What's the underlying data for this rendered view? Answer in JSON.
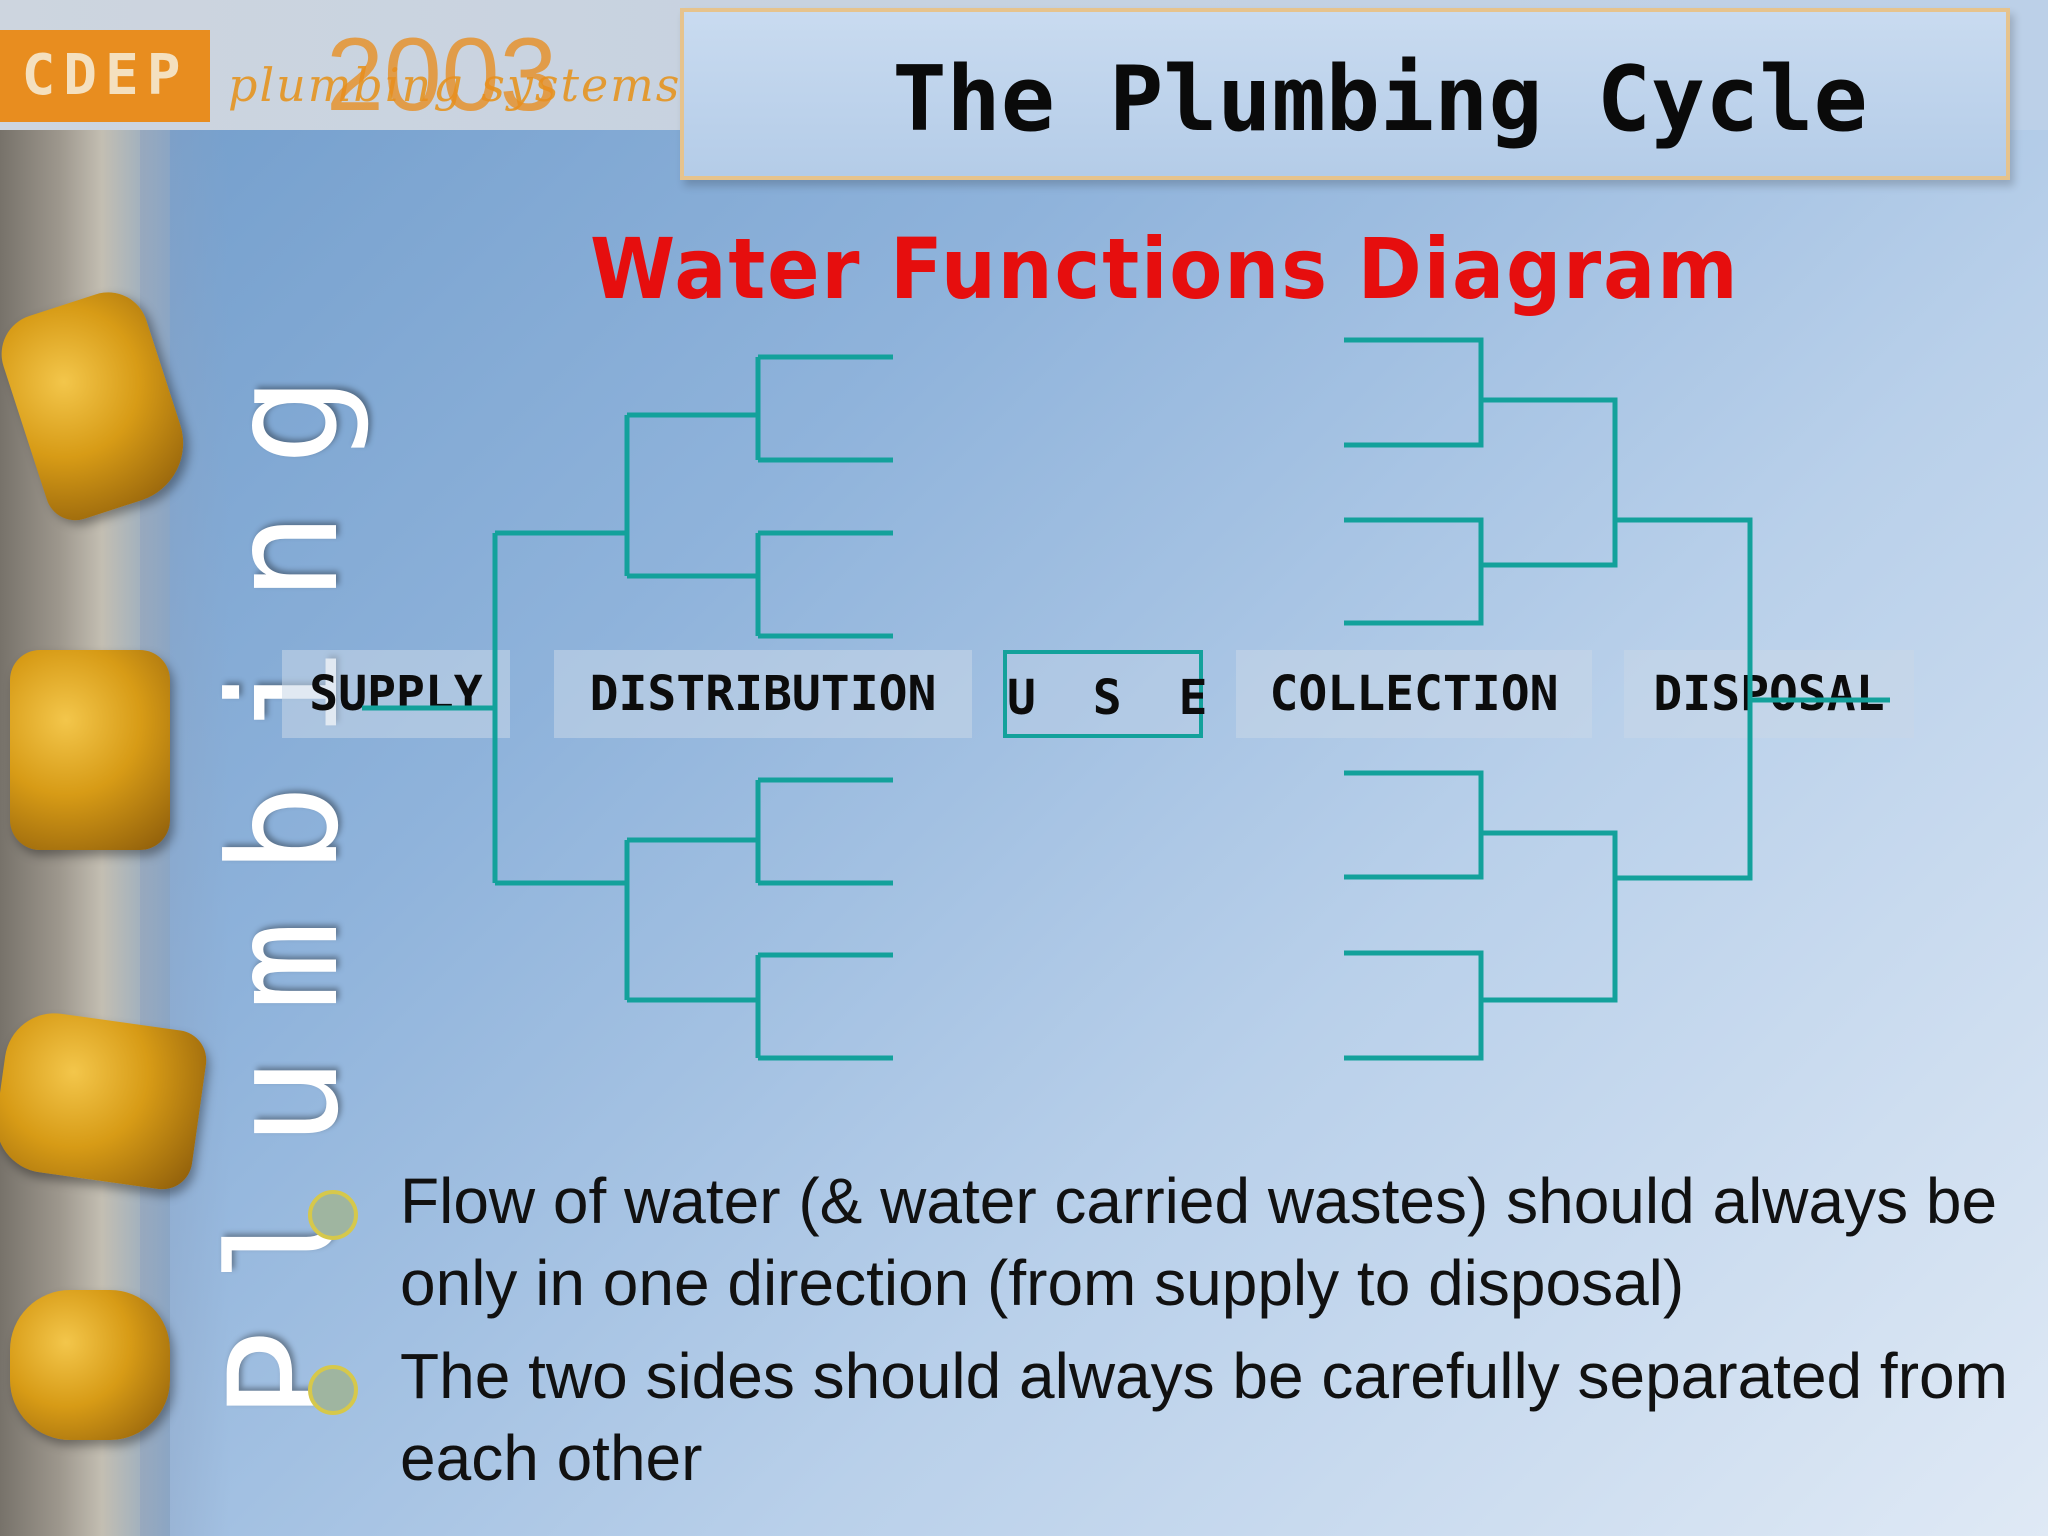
{
  "header": {
    "logo_text": "CDEP",
    "logo_year": "2003",
    "logo_subtitle": "plumbing systems",
    "title": "The Plumbing Cycle"
  },
  "sidebar": {
    "vertical_word": "Plumbing"
  },
  "diagram": {
    "title": "Water Functions Diagram",
    "stages": [
      "SUPPLY",
      "DISTRIBUTION",
      "U S E",
      "COLLECTION",
      "DISPOSAL"
    ],
    "line_color": "#13a19b"
  },
  "bullets": [
    "Flow of water (& water carried wastes) should always be only in one direction (from supply to disposal)",
    "The two sides should always be carefully separated from each other"
  ],
  "colors": {
    "title_red": "#e60e0e",
    "logo_orange": "#e88d1f",
    "pipe_yellow": "#d79b16"
  }
}
